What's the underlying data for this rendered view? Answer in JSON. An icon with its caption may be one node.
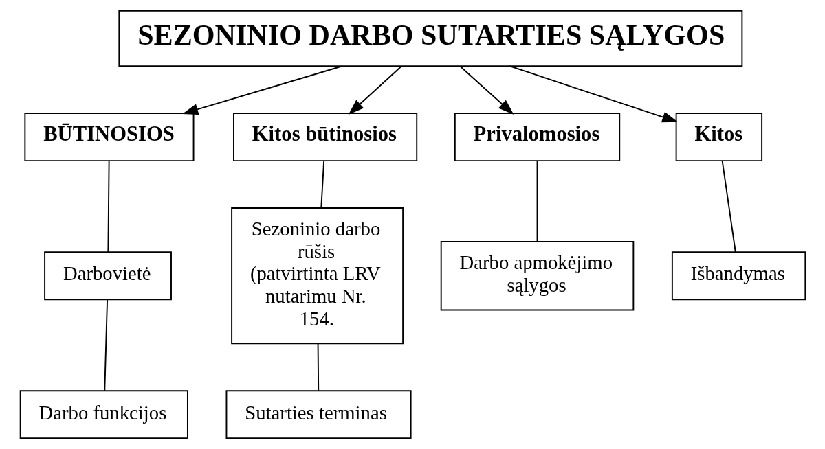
{
  "diagram": {
    "nodes": [
      {
        "text": [
          "SEZONINIO DARBO SUTARTIES SĄLYGOS"
        ]
      },
      {
        "text": [
          "BŪTINOSIOS"
        ]
      },
      {
        "text": [
          "Kitos būtinosios"
        ]
      },
      {
        "text": [
          "Privalomosios"
        ]
      },
      {
        "text": [
          "Kitos"
        ]
      },
      {
        "text": [
          "Darbovietė"
        ]
      },
      {
        "text": [
          "Darbo funkcijos"
        ]
      },
      {
        "text": [
          "Sezoninio darbo rūšis (patvirtinta LRV nutarimu Nr. 154."
        ]
      },
      {
        "text": [
          "Sutarties terminas"
        ]
      },
      {
        "text": [
          "Darbo apmokėjimo sąlygos"
        ]
      },
      {
        "text": [
          "Išbandymas"
        ]
      }
    ],
    "edges": [
      {
        "from": 0,
        "to": 1,
        "arrow": "to"
      },
      {
        "from": 0,
        "to": 2,
        "arrow": "to"
      },
      {
        "from": 0,
        "to": 3,
        "arrow": "to"
      },
      {
        "from": 0,
        "to": 4,
        "arrow": "to"
      },
      {
        "from": 1,
        "to": 5,
        "arrow": "none"
      },
      {
        "from": 5,
        "to": 6,
        "arrow": "none"
      },
      {
        "from": 2,
        "to": 7,
        "arrow": "none"
      },
      {
        "from": 7,
        "to": 8,
        "arrow": "none"
      },
      {
        "from": 3,
        "to": 9,
        "arrow": "none"
      },
      {
        "from": 4,
        "to": 10,
        "arrow": "none"
      }
    ]
  }
}
